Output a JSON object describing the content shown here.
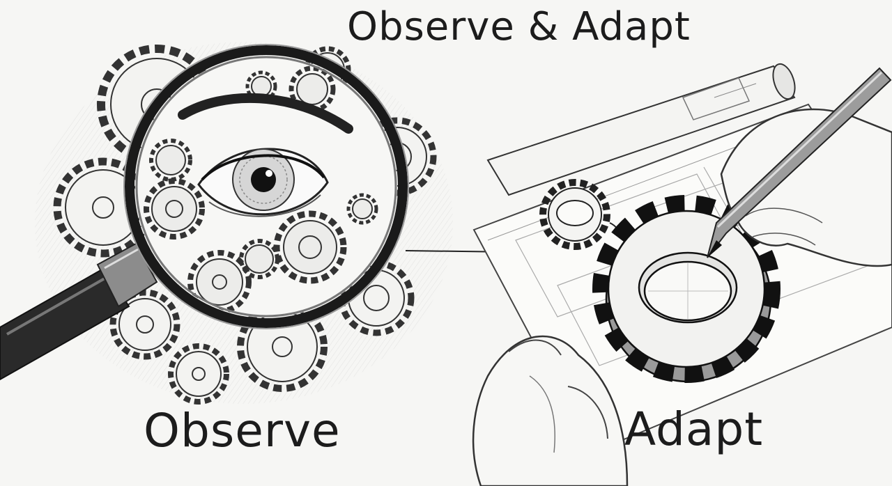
{
  "title": "Observe & Adapt",
  "labels": {
    "observe": "Observe",
    "adapt": "Adapt"
  },
  "icons": {
    "left": "magnifying-glass-eye-gears",
    "right": "hand-drawing-gear-blueprint"
  },
  "colors": {
    "paper": "#f6f6f4",
    "ink": "#1c1c1c",
    "pencil": "#3a3a3a"
  }
}
